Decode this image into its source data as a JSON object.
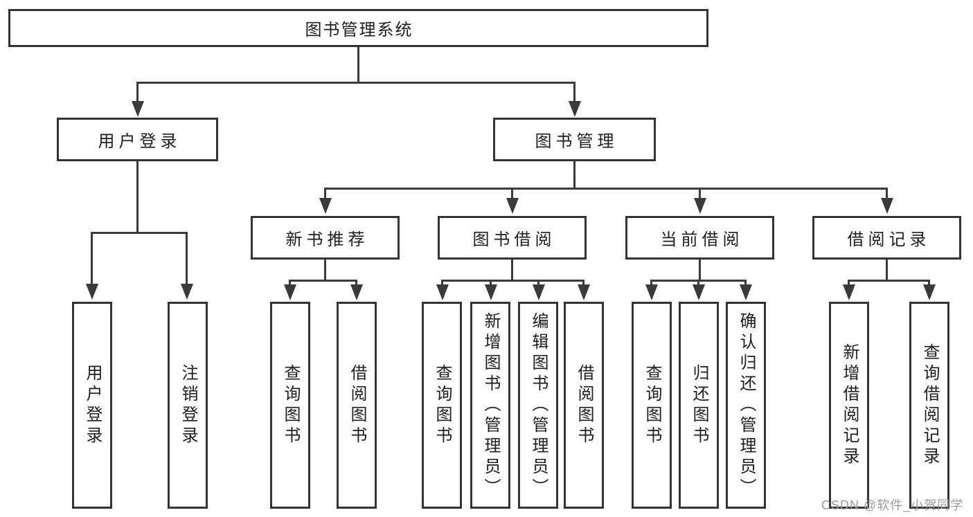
{
  "diagram": {
    "title": "图书管理系统",
    "branches": [
      {
        "label": "用户登录",
        "children": [
          "用户登录",
          "注销登录"
        ]
      },
      {
        "label": "图书管理",
        "children": [
          {
            "label": "新书推荐",
            "children": [
              "查询图书",
              "借阅图书"
            ]
          },
          {
            "label": "图书借阅",
            "children": [
              "查询图书",
              "新增图书（管理员）",
              "编辑图书（管理员）",
              "借阅图书"
            ]
          },
          {
            "label": "当前借阅",
            "children": [
              "查询图书",
              "归还图书",
              "确认归还（管理员）"
            ]
          },
          {
            "label": "借阅记录",
            "children": [
              "新增借阅记录",
              "查询借阅记录"
            ]
          }
        ]
      }
    ]
  },
  "watermark": "CSDN @软件_小贺同学",
  "colors": {
    "line": "#3a3a3a",
    "box_border": "#333333",
    "text": "#1e1e1e",
    "watermark_text": "#9c9c9c",
    "background": "#ffffff"
  }
}
